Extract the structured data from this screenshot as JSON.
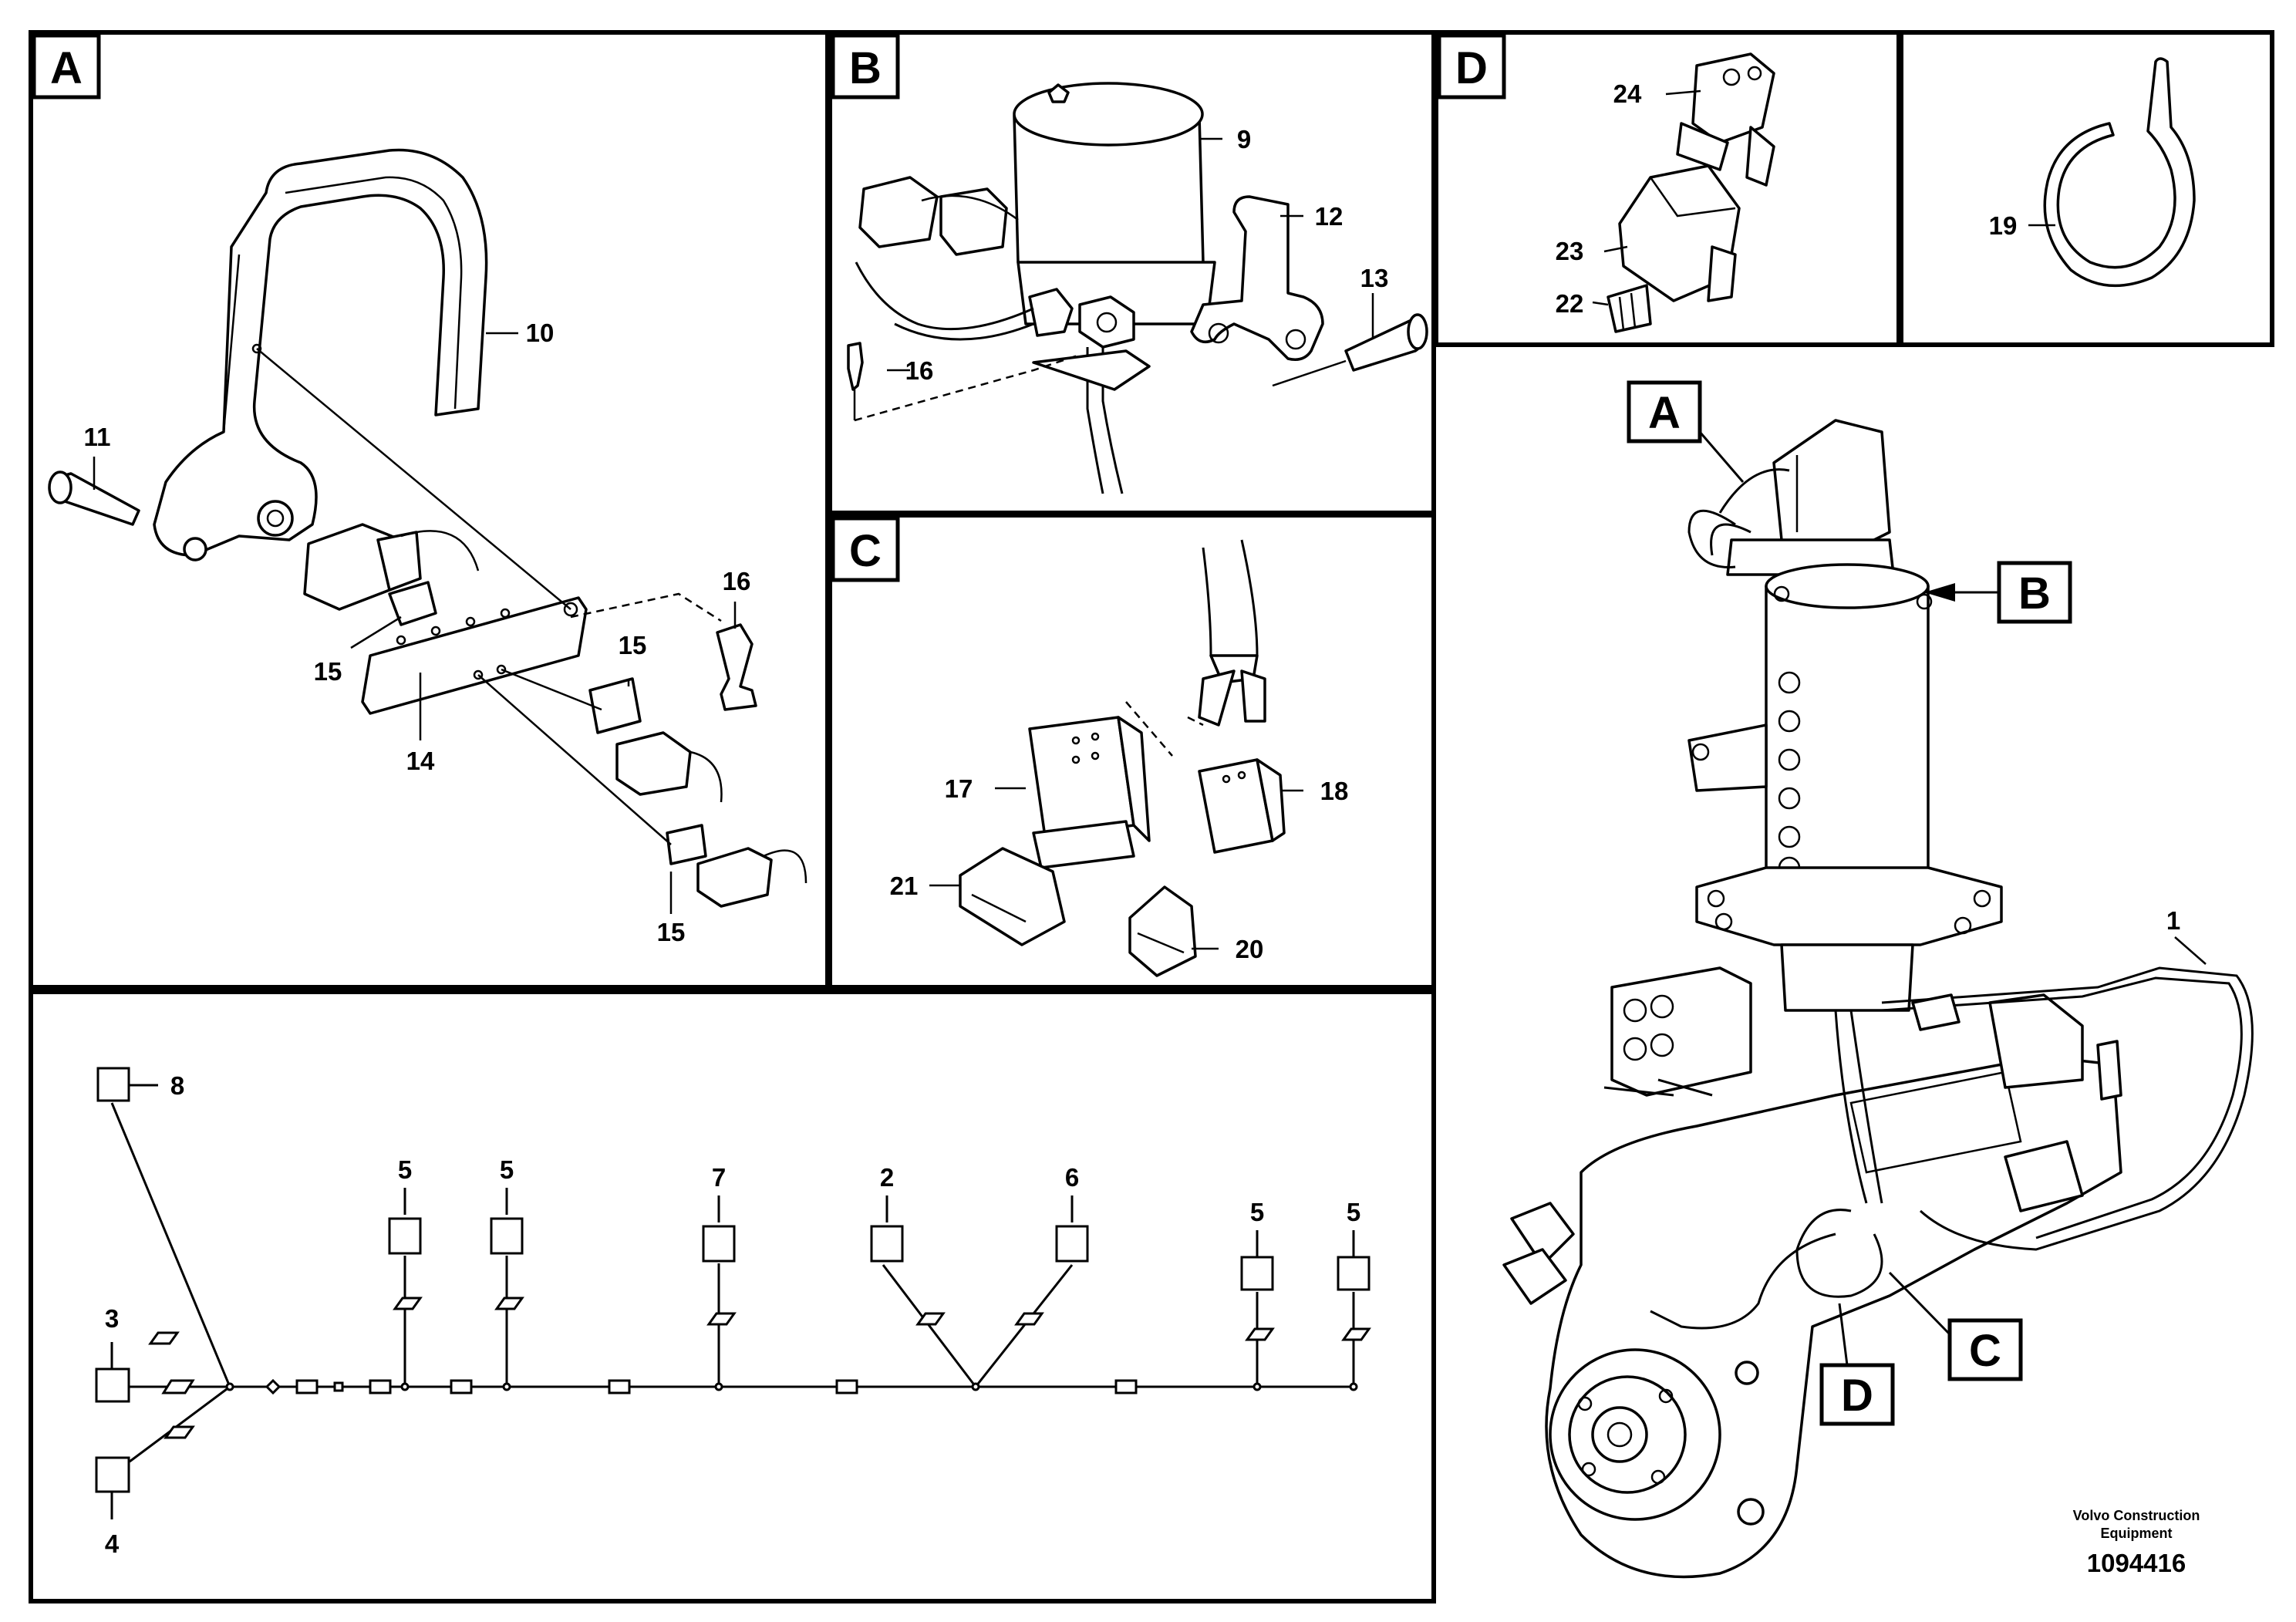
{
  "panels": {
    "a": "A",
    "b": "B",
    "c": "C",
    "d": "D"
  },
  "labels": {
    "p1": "1",
    "p2": "2",
    "p3": "3",
    "p4": "4",
    "p5": "5",
    "p6": "6",
    "p7": "7",
    "p8": "8",
    "p9": "9",
    "p10": "10",
    "p11": "11",
    "p12": "12",
    "p13": "13",
    "p14": "14",
    "p15": "15",
    "p16": "16",
    "p17": "17",
    "p18": "18",
    "p19": "19",
    "p20": "20",
    "p21": "21",
    "p22": "22",
    "p23": "23",
    "p24": "24"
  },
  "brand": {
    "line1": "Volvo Construction",
    "line2": "Equipment"
  },
  "drawing_number": "1094416"
}
